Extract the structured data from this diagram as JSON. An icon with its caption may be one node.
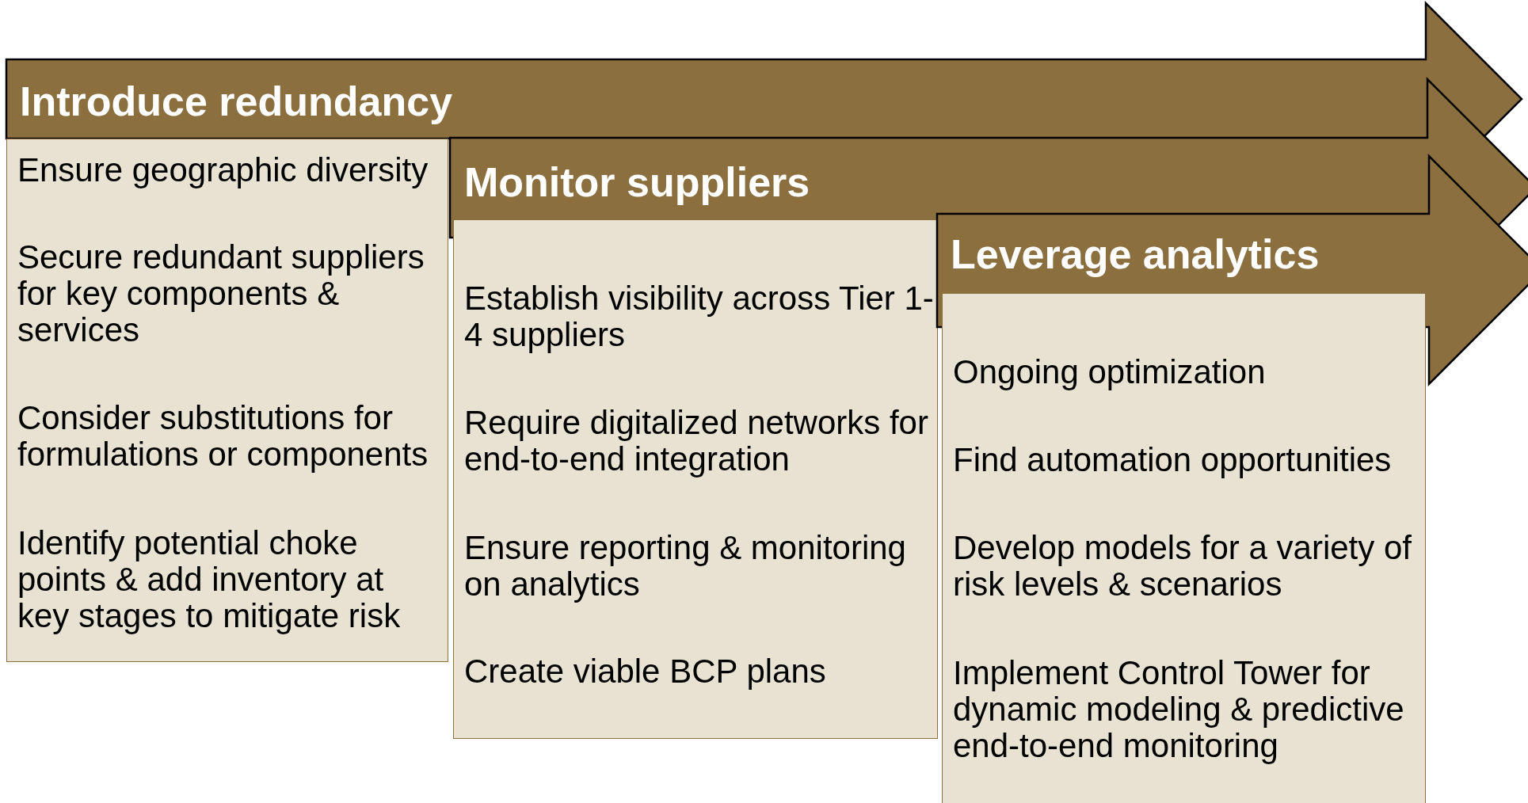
{
  "diagram": {
    "nodes": [
      {
        "text": [
          "Introduce redundancy"
        ]
      },
      {
        "text": [
          "Ensure geographic diversity",
          "Secure redundant suppliers for key components & services",
          "Consider substitutions for formulations or components",
          "Identify potential choke points & add inventory at key stages to mitigate risk"
        ]
      },
      {
        "text": [
          "Monitor suppliers"
        ]
      },
      {
        "text": [
          "Establish visibility across Tier 1-4 suppliers",
          "Require digitalized networks for end-to-end integration",
          "Ensure reporting & monitoring on analytics",
          "Create viable BCP plans"
        ]
      },
      {
        "text": [
          "Leverage analytics"
        ]
      },
      {
        "text": [
          "Ongoing optimization",
          "Find automation opportunities",
          "Develop models for a variety of risk levels & scenarios",
          "Implement Control Tower for dynamic modeling & predictive end-to-end monitoring"
        ]
      }
    ]
  }
}
